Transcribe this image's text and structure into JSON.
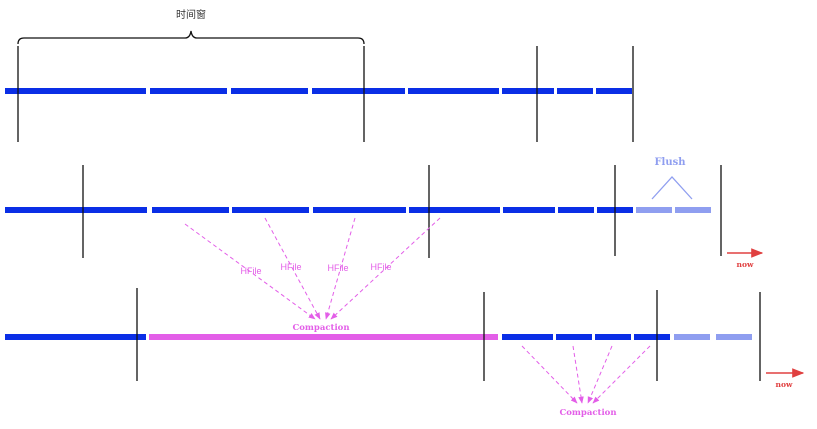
{
  "labels": {
    "time_window": "时间窗",
    "flush": "Flush",
    "hfile": "HFile",
    "compaction": "Compaction",
    "now": "now"
  },
  "colors": {
    "segment": "#0a2ee6",
    "flushed_segment": "#8f9ef0",
    "compacted_segment": "#e35ee8",
    "compaction_arrow": "#e35ee8",
    "now_arrow": "#e04040",
    "divider": "#111111",
    "brace": "#111111"
  }
}
